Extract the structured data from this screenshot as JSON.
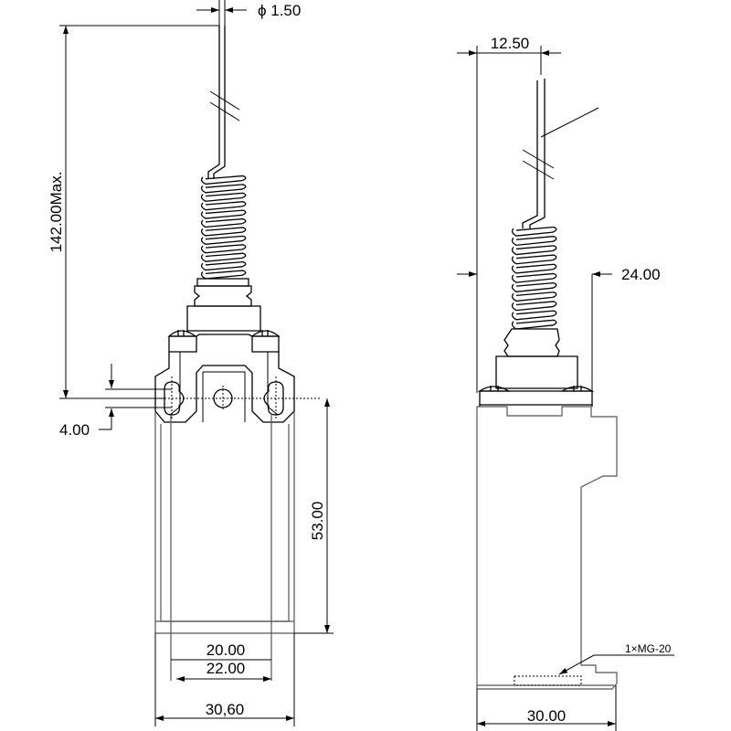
{
  "title": "Limit switch dimension drawing",
  "front_view": {
    "dims": {
      "rod_diameter": "ϕ 1.50",
      "max_height": "142.00Max.",
      "slot": "4.00",
      "body_height": "53.00",
      "hole_spacing_inner": "20.00",
      "hole_spacing_outer": "22.00",
      "body_width": "30,60"
    }
  },
  "side_view": {
    "dims": {
      "rod_offset": "12.50",
      "spring_width": "24.00",
      "body_depth": "30.00"
    },
    "callout": "1×MG-20"
  }
}
